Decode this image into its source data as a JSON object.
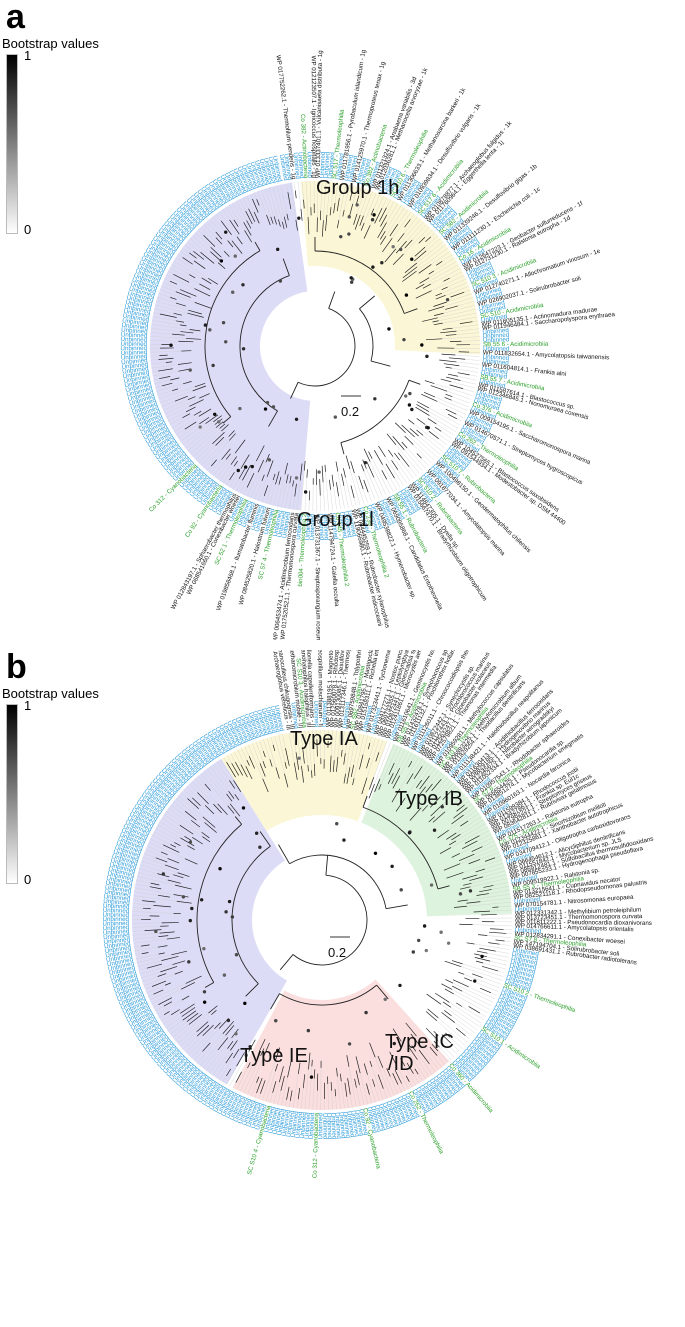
{
  "panel_a": {
    "letter": "a",
    "bootstrap_title": "Bootstrap values",
    "bootstrap_max": "1",
    "bootstrap_min": "0",
    "scale": "0.2",
    "groups": [
      {
        "label": "Group 1h",
        "color": "#fbf7d6"
      },
      {
        "label": "Group 1l",
        "color": "#dcdcf7"
      }
    ],
    "colors": {
      "unbinned": "#2d9cdb",
      "bin": "#2ca02c",
      "reference": "#111111"
    },
    "leaves_ref": [
      "WP 017752262.1 - Thermofilum pendens - 1g",
      "WP 012123507.1 - Ignicoccus hospitalis - 1g",
      "WP 013337401.1 - Vulcanisaeta distributa - 1g",
      "WP 011781956.1 - Pyrobaculum islandicum - 1g",
      "WP 014125970.1 - Thermoproteus tenax - 1g",
      "WP 011321324.1 - Anabaena variabilis - 3d",
      "WP 012036281.1 - Methanocella arvoryzae - 1k",
      "WP 011306633.1 - Methanosarcina barkeri - 1k",
      "WP 010939834.1 - Desulfovibrio vulgaris - 1k",
      "WP 010878877.1 - Archaeoglobus fulgidus - 1k",
      "WP 011760964.1 - Eggerthella lenta - 1j",
      "WP 011339246.1 - Desulfovibrio gigas - 1b",
      "WP 011111230.1 - Escherichia coli - 1c",
      "WP 012647223.1 - Geobacter sulfurreducens - 1f",
      "WP 012731230.1 - Ralstonia eutropha - 1d",
      "WP 012740271.1 - Allochromatium vinosum - 1e",
      "WP 026902037.1 - Solirubrobacter soli",
      "WP 011605135.1 - Actinomadura madurae",
      "WP 011946484.1 - Saccharopolyspora erythraea",
      "WP 011832654.1 - Amycolatopsis taiwanensis",
      "WP 011604814.1 - Frankia alni",
      "WP 011587614.1 - Blastococcus sp.",
      "WP 012346845.1 - Nonomuraea coxensis",
      "WP 009154195.1 - Saccharomonospora marina",
      "WP 014670571.1 - Streptomyces hygroscopicus",
      "WP 104527565.1 - Blastococcus saxobsidens",
      "WP 091544934.1 - Modestobacter sp. DSM 44400",
      "WP 100498150.1 - Geodermatophilus chilensis",
      "WP 091877034.1 - Amycolatopsis marina",
      "WP 114847305.1 - Dyella sp.",
      "WP 015667470.1 - Bradyrhizobium oligotrophicum",
      "WP 069095868.1 - Candidatus Entotheonella",
      "WP 049538822.1 - Hymenobacter sp.",
      "WP 084445259.1 - Rubrobacter xylanophilus",
      "WP 119066980.1 - Rubrobacter indicoceani",
      "WP 114794724.1 - Gaiella occulta",
      "WP 013731367.1 - Streptosporangium roseum",
      "WP 017520521.1 - Thermomonospora curvata",
      "WP 006453474.1 - Acidimicrobium ferrooxidans",
      "WP 084525820.1 - Halostrum fulvum",
      "WP 019858468.1 - Ilumatobacter fluminis",
      "WP 068541660.1 - Conexibacter woesei",
      "WP 012843197.1 - Sphaerobacter thermophilus"
    ],
    "leaves_bin": [
      "Co 382 - Actinobacteria",
      "SC 517 - Thermoleophilia",
      "Co 382 - Actinobacteria",
      "SC 510 6 - Thermoleophilia",
      "SC 517 6 - Acidimicrobiia",
      "SC 582 - Acidimicrobiia",
      "Co 16 - Acidimicrobiia",
      "SC 510 3 - Acidimicrobiia",
      "SC 510 - Acidimicrobiia",
      "SB 55 6 - Acidimicrobiia",
      "SB 55 7 - Acidimicrobiia",
      "Co 376 - Acidimicrobiia",
      "Co 262 - Thermoleophilia",
      "SC 510 7 - Rubrobacteria",
      "SC 510 2 - Rubrobacteria",
      "SB 55 1 - Rubrobacteria",
      "Co 236 - Thermoleophilia 2",
      "Co 145 - Thermoleophilia 2",
      "bin004 - Thermoleophilia 2",
      "SC 57 4 - Thermoleophilia",
      "SC 52 1 - Thermoleophilia",
      "Co 92 - Cyanobacteria",
      "Co 312 - Cyanobacteria"
    ],
    "unbinned_label": "Unbinned"
  },
  "panel_b": {
    "letter": "b",
    "bootstrap_title": "Bootstrap values",
    "bootstrap_max": "1",
    "bootstrap_min": "0",
    "scale": "0.2",
    "groups": [
      {
        "label": "Type IA",
        "color": "#fbf7d6"
      },
      {
        "label": "Type IB",
        "color": "#ddf3dd"
      },
      {
        "label": "Type IE",
        "color": "#dcdcf7"
      },
      {
        "label": "Type IC /ID",
        "color": "#fbdede"
      }
    ],
    "colors": {
      "unbinned": "#2d9cdb",
      "bin": "#2ca02c",
      "reference": "#111111"
    },
    "leaves_ref": [
      "WP 013683474.1 - Archaeoglobus veneficus - III",
      "WP 074372422.1 - Methanoculleus chikugoensis - III",
      "WP 042706367.1 - Methanomicrobium mobile - III",
      "WP 072562014.1 - Methanohalophilus halophilus - III",
      "WP 013252022.1 - Gallionella capsiferriformans - II",
      "WP 012572076.1 - Phaeospirillum molischianum - II",
      "WP 011388195.1 - Magnetospirillum magneticum - II",
      "WP 012560078.1 - Rhodospirillum rubrum - II",
      "WP 009130085.1 - Desulfovibrio aespoeensis - II",
      "WP 013117346.1 - Thermosynechococcus elongatus",
      "WP 069759848.1 - Tolypothrix bouteillei",
      "WP 010841795.1 - Mastigocladus testarum",
      "WP 015158311.1 - Richelia intracellularis",
      "WP 017323441.1 - Tychonema bourrellyi",
      "WP 044177271.1 - Nostoc punctiforme",
      "WP 069733355.1 - Leptolyngbya sp. PCC 7375",
      "WP 010872441.1 - Gloeocapsa sp. PCC 7428",
      "WP 012411861.1 - Microcystis aeruginosa",
      "WP 011610641.1 - Geminocystis herdmanii",
      "WP 011432478.1 - Synechococcus sp. PCC 6803",
      "WP 011611132.1 - Prochlorothrix hollandica",
      "WP 011126011.1 - Chroococcidiopsis thermalis",
      "WP 010872442.1 - Synechocystis sp.",
      "WP 011127443.1 - Prochlorococcus marinus",
      "WP 012563247.1 - Gloeobacter violaceus",
      "WP 072579821.1 - Thiomonas intermedia",
      "WP 010959281.1 - Methylococcus capsulatus",
      "WP 006893225.1 - Methylomicrobium album",
      "WP 011829254.1 - Thiobacillus denitrificans",
      "WP 011138421.1 - Halothiobacillus neapolitanus",
      "WP 011630413.1 - Acidithiobacillus ferrooxidans",
      "WP 008829185.1 - Hydrogenovibrio marinus",
      "WP 012345675.1 - Nitrobacter winogradskyi",
      "WP 011052334.1 - Bradyrhizobium japonicum",
      "WP 010957543.1 - Rhodobacter sphaeroides",
      "WP 066654425.1 - Pseudonocardia sp.",
      "WP 013851274.1 - Mycobacterium smegmatis",
      "WP 010960163.1 - Nocardia farcinica",
      "WP 011599384.1 - Rhodococcus jostii",
      "WP 013427861.1 - Frankia sp. EuI1c",
      "WP 007982221.1 - Streptomyces griseus",
      "WP 083642811.1 - Rubrivivax gelatinosus",
      "WP 011517263.1 - Ralstonia eutropha",
      "WP 012344422.1 - Sinorhizobium meliloti",
      "WP 012325861.1 - Xanthobacter autotrophicus",
      "WP 034709412.1 - Oligotropha carboxidovorans",
      "WP 066454612.1 - Alicycliphilus denitrificans",
      "WP 011551842.1 - Mycobacterium sp. JLS",
      "WP 086912481.1 - Sulfobacillus thermosulfidooxidans",
      "WP 007855233.1 - Hydrogenophaga pseudoflava",
      "WP 009519922.1 - Ralstonia sp.",
      "WP 013215641.1 - Cupriavidus necator",
      "WP 082521118.1 - Rhodopseudomonas palustris",
      "WP 070154781.1 - Nitrosomonas europaea",
      "WP 012331342.1 - Methylibium petroleiphilum",
      "WP 013723451.1 - Thermomonospora curvata",
      "WP 011811222.1 - Pseudonocardia dioxanivorans",
      "WP 014766611.1 - Amycolatopsis orientalis",
      "WP 012834291.1 - Conexibacter woesei",
      "WP 147194704.1 - Solirubrobacter soli",
      "WP 038691431.1 - Rubrobacter radiotolerans"
    ],
    "leaves_bin": [
      "SC S10 3 - Acidimicrobiia",
      "SC S82 - Acidimicrobiia",
      "SB S5 6 - Acidimicrobiia",
      "SC S10 6 - Thermoleophilia",
      "SC S7 6 - Thermoleophilia",
      "Co 375 - Acidimicrobiia",
      "SB S5 3 - Thermoleophilia",
      "SC S7 8 - Thermoleophilia",
      "SC S10 2 - Thermoleophilia",
      "SC S10 1 - Acidimicrobiia",
      "Co 360 - Acidimicrobiia",
      "Co 262 - Thermoleophilia",
      "Co 92 - Cyanobacteria",
      "Co 312 - Cyanobacteria",
      "SC S10 4 - Cyanobacteria"
    ],
    "unbinned_label": "Unbinned"
  }
}
